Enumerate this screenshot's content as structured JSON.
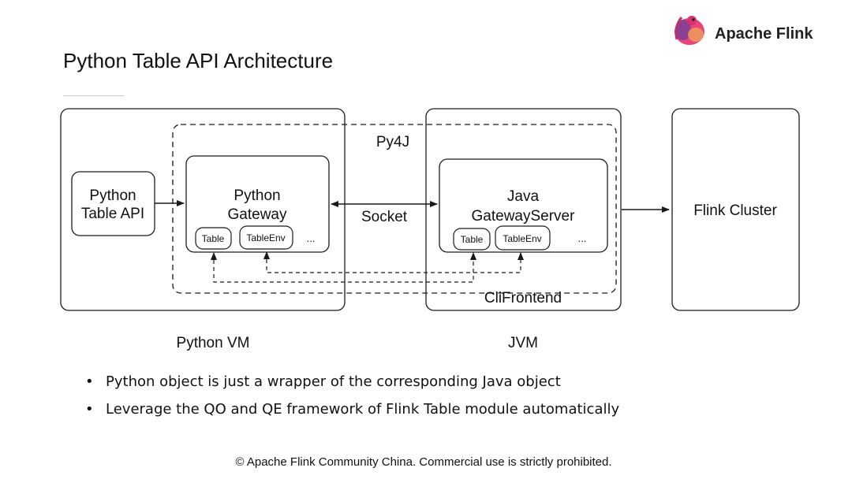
{
  "slide": {
    "title": "Python Table API Architecture",
    "brand": "Apache Flink",
    "footer": "© Apache Flink Community China. Commercial use is strictly prohibited."
  },
  "diagram": {
    "python_table_api": [
      "Python",
      "Table API"
    ],
    "python_gateway": [
      "Python",
      "Gateway"
    ],
    "java_gateway": [
      "Java",
      "GatewayServer"
    ],
    "py4j": "Py4J",
    "socket": "Socket",
    "clifrontend": "CliFrontend",
    "flink_cluster": "Flink Cluster",
    "python_vm": "Python VM",
    "jvm": "JVM",
    "table": "Table",
    "table_env": "TableEnv",
    "ellipsis": "..."
  },
  "bullets": [
    "Python object is just a wrapper of the corresponding Java object",
    "Leverage the QO and QE framework of Flink Table module automatically"
  ],
  "colors": {
    "stroke": "#1a1a1a",
    "logo_pink": "#e6447a",
    "logo_purple": "#7b3f98",
    "logo_orange": "#f0a05a"
  }
}
